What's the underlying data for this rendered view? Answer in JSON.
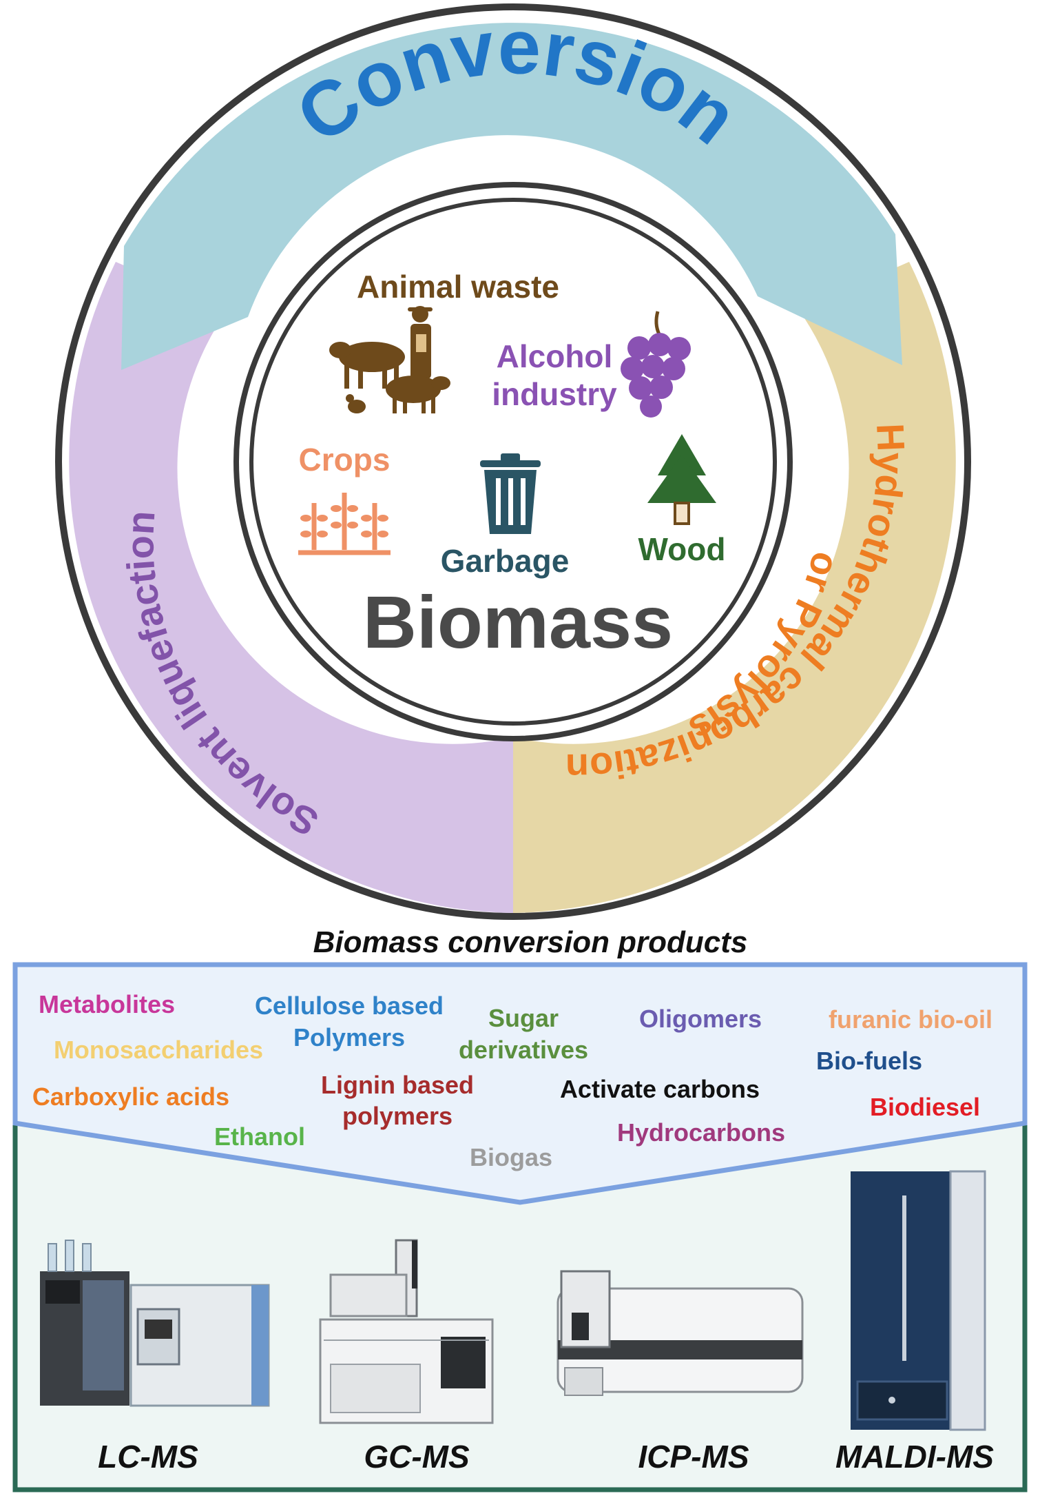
{
  "wheel": {
    "segments": [
      {
        "label": "Conversion",
        "color": "#2176c7",
        "fill": "#a9d3dc"
      },
      {
        "label_lines": [
          "Hydrothermal carbonization",
          "or Pyrolysis"
        ],
        "color": "#ee7d22",
        "fill": "#e6d7a6"
      },
      {
        "label": "Solvent liquefaction",
        "color": "#8253a9",
        "fill": "#d6c2e6"
      }
    ],
    "center_title": "Biomass",
    "sources": [
      {
        "label": "Animal waste",
        "color": "#6e4a1b",
        "icon": "livestock-farmer-icon"
      },
      {
        "label_lines": [
          "Alcohol",
          "industry"
        ],
        "color": "#8a52b3",
        "icon": "grapes-icon"
      },
      {
        "label": "Crops",
        "color": "#ef9166",
        "icon": "crops-icon"
      },
      {
        "label": "Garbage",
        "color": "#2a5565",
        "icon": "trash-can-icon"
      },
      {
        "label": "Wood",
        "color": "#2f6b2f",
        "icon": "tree-icon"
      }
    ]
  },
  "products": {
    "title": "Biomass conversion products",
    "items": [
      {
        "lines": [
          "Metabolites"
        ],
        "color": "#c8379a"
      },
      {
        "lines": [
          "Monosaccharides"
        ],
        "color": "#f3cf71"
      },
      {
        "lines": [
          "Carboxylic acids"
        ],
        "color": "#ee7d22"
      },
      {
        "lines": [
          "Ethanol"
        ],
        "color": "#58b44a"
      },
      {
        "lines": [
          "Cellulose based",
          "Polymers"
        ],
        "color": "#2f82c9"
      },
      {
        "lines": [
          "Lignin based",
          "polymers"
        ],
        "color": "#a62c2c"
      },
      {
        "lines": [
          "Sugar",
          "derivatives"
        ],
        "color": "#5a8f3e"
      },
      {
        "lines": [
          "Biogas"
        ],
        "color": "#9c9c9c"
      },
      {
        "lines": [
          "Oligomers"
        ],
        "color": "#6a5cb0"
      },
      {
        "lines": [
          "Activate carbons"
        ],
        "color": "#111111"
      },
      {
        "lines": [
          "Hydrocarbons"
        ],
        "color": "#a0397d"
      },
      {
        "lines": [
          "furanic bio-oil"
        ],
        "color": "#f0a26e"
      },
      {
        "lines": [
          "Bio-fuels"
        ],
        "color": "#1f4f8c"
      },
      {
        "lines": [
          "Biodiesel"
        ],
        "color": "#e21d25"
      }
    ]
  },
  "instruments": [
    {
      "label": "LC-MS",
      "icon": "lc-ms-instrument-icon"
    },
    {
      "label": "GC-MS",
      "icon": "gc-ms-instrument-icon"
    },
    {
      "label": "ICP-MS",
      "icon": "icp-ms-instrument-icon"
    },
    {
      "label": "MALDI-MS",
      "icon": "maldi-ms-instrument-icon"
    }
  ],
  "colors": {
    "ring_outline": "#3a3a3a",
    "products_border": "#7ba1e0",
    "products_fill": "#eaf2fb",
    "instrument_border": "#2a6a55",
    "instrument_fill": "#eef6f4"
  }
}
